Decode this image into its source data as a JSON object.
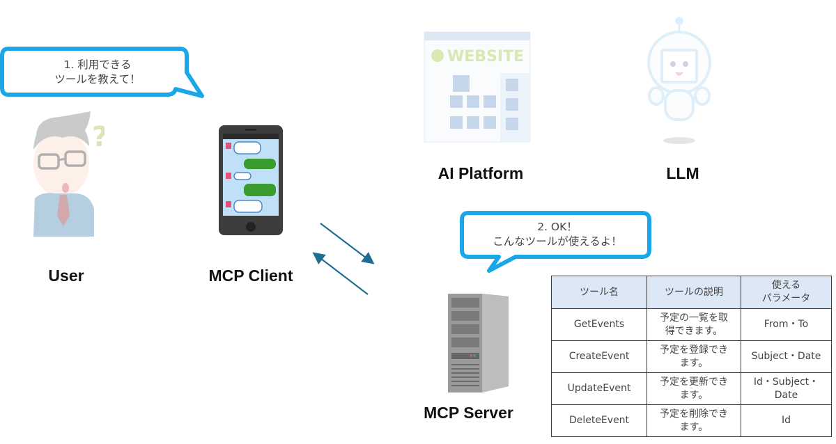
{
  "actors": {
    "user": {
      "label": "User",
      "icon": "confused-man-icon"
    },
    "mcp_client": {
      "label": "MCP Client",
      "icon": "smartphone-chat-icon"
    },
    "ai_platform": {
      "label": "AI Platform",
      "icon": "website-icon"
    },
    "llm": {
      "label": "LLM",
      "icon": "robot-icon"
    },
    "mcp_server": {
      "label": "MCP Server",
      "icon": "server-tower-icon"
    }
  },
  "bubbles": {
    "request": {
      "line1": "1. 利用できる",
      "line2": "ツールを教えて！"
    },
    "response": {
      "line1": "2. OK！",
      "line2": "こんなツールが使えるよ！"
    }
  },
  "arrows": [
    {
      "name": "client-to-server",
      "direction": "down-right"
    },
    {
      "name": "server-to-client",
      "direction": "up-left"
    }
  ],
  "colors": {
    "bubble_border": "#1aa7e8",
    "arrow": "#1d6e91",
    "table_header_bg": "#dce8f5"
  },
  "tools_table": {
    "headers": [
      "ツール名",
      "ツールの説明",
      "使える\nパラメータ"
    ],
    "header_lines": [
      [
        "ツール名"
      ],
      [
        "ツールの説明"
      ],
      [
        "使える",
        "パラメータ"
      ]
    ],
    "rows": [
      {
        "name": "GetEvents",
        "desc": [
          "予定の一覧を取",
          "得できます。"
        ],
        "params": [
          "From・To"
        ]
      },
      {
        "name": "CreateEvent",
        "desc": [
          "予定を登録でき",
          "ます。"
        ],
        "params": [
          "Subject・Date"
        ]
      },
      {
        "name": "UpdateEvent",
        "desc": [
          "予定を更新でき",
          "ます。"
        ],
        "params": [
          "Id・Subject・",
          "Date"
        ]
      },
      {
        "name": "DeleteEvent",
        "desc": [
          "予定を削除でき",
          "ます。"
        ],
        "params": [
          "Id"
        ]
      }
    ]
  }
}
